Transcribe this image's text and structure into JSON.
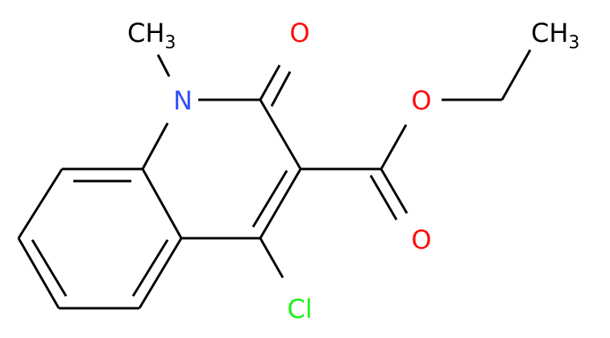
{
  "molecule": {
    "atoms": {
      "methyl_n": {
        "main": "CH",
        "sub": "3"
      },
      "nitrogen": {
        "label": "N"
      },
      "carbonyl_o_ring": {
        "label": "O"
      },
      "ester_o": {
        "label": "O"
      },
      "carbonyl_o_ester": {
        "label": "O"
      },
      "ethyl_ch3": {
        "main": "CH",
        "sub": "3"
      },
      "chlorine": {
        "label": "Cl"
      }
    },
    "colors": {
      "bond": "#000000",
      "carbon": "#000000",
      "nitrogen": "#3050F8",
      "oxygen": "#FF0D0D",
      "chlorine": "#1FF01F"
    }
  }
}
